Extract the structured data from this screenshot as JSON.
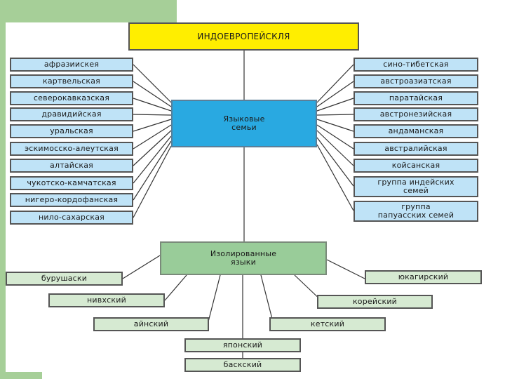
{
  "root": "ИНДОЕВРОПЕЙСКЛЯ",
  "center": "Языковые семьи",
  "isolated": "Изолированные языки",
  "left_families": [
    "афразиискея",
    "картвельская",
    "северокавказская",
    "дравидийская",
    "уральская",
    "эскимосско-алеутская",
    "алтайская",
    "чукотско-камчатская",
    "нигеро-кордофанская",
    "нило-сахарская"
  ],
  "right_families": [
    "сино-тибетская",
    "австроазиатская",
    "паратайская",
    "австронезийская",
    "андаманская",
    "австралийская",
    "койсанская",
    "группа индейских семей",
    "группа папуасских семей"
  ],
  "isolated_languages": [
    "бурушаски",
    "юкагирский",
    "нивхский",
    "корейский",
    "айнский",
    "кетский",
    "японский",
    "баскский"
  ],
  "colors": {
    "root": "#ffee00",
    "center": "#29a9e1",
    "isolated": "#99cc99",
    "family": "#bfe3f7",
    "isolate": "#d6ead2"
  }
}
